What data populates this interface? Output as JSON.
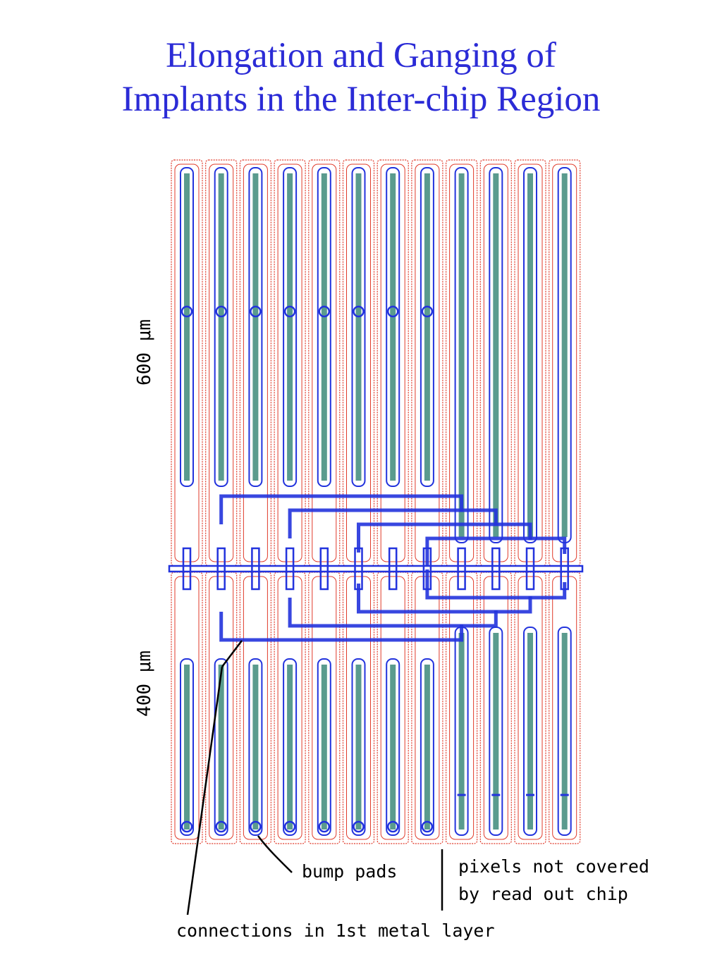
{
  "title": {
    "line1": "Elongation and Ganging of",
    "line2": "Implants in the Inter-chip Region"
  },
  "dimensions": {
    "upper": "600 μm",
    "lower": "400 μm"
  },
  "annotations": {
    "bump_pads": "bump pads",
    "uncovered_line1": "pixels not covered",
    "uncovered_line2": "by read out chip",
    "metal_connections": "connections in 1st metal layer"
  },
  "colors": {
    "title": "#2b2bd6",
    "pixel_outline": "#e03a2a",
    "metal": "#2233dd",
    "implant": "#3d8a7a"
  },
  "layout_info": {
    "columns": 12,
    "ganged_columns": 4
  }
}
